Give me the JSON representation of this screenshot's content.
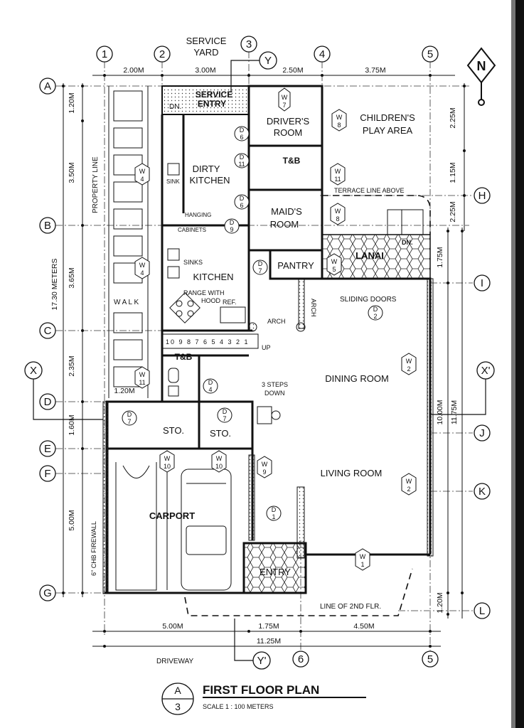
{
  "title": "FIRST FLOOR PLAN",
  "scale": "SCALE 1 : 100 METERS",
  "sheet": {
    "top": "A",
    "bottom": "3"
  },
  "north": "N",
  "grid_cols": [
    "1",
    "2",
    "3",
    "4",
    "5",
    "6"
  ],
  "grid_rows": [
    "A",
    "B",
    "C",
    "D",
    "E",
    "F",
    "G",
    "H",
    "I",
    "J",
    "K",
    "L"
  ],
  "sections": {
    "x": "X",
    "x2": "X'",
    "y": "Y",
    "y2": "Y'"
  },
  "dims_top": [
    "2.00M",
    "3.00M",
    "2.50M",
    "3.75M"
  ],
  "dims_bottom": [
    "5.00M",
    "1.75M",
    "4.50M"
  ],
  "dim_total_bottom": "11.25M",
  "dims_left_inner": [
    "1.20M",
    "3.50M",
    "3.65M",
    "2.35M",
    "1.60M",
    "5.00M"
  ],
  "dim_left_total": "17.30 METERS",
  "dim_small": "1.20M",
  "dims_right": [
    "2.25M",
    "1.15M",
    "2.25M",
    "1.75M",
    "10.00M",
    "11.75M",
    "1.20M"
  ],
  "rooms": {
    "service_yard": "SERVICE YARD",
    "service_entry": "SERVICE ENTRY",
    "drivers_room": "DRIVER'S ROOM",
    "childrens_play": "CHILDREN'S PLAY AREA",
    "dirty_kitchen": "DIRTY KITCHEN",
    "tb": "T&B",
    "maids_room": "MAID'S ROOM",
    "kitchen": "KITCHEN",
    "pantry": "PANTRY",
    "lanai": "LANAI",
    "dining": "DINING ROOM",
    "living": "LIVING ROOM",
    "carport": "CARPORT",
    "entry": "ENTRY",
    "sto": "STO."
  },
  "labels": {
    "dn": "DN.",
    "sink": "SINK",
    "sinks": "SINKS",
    "hanging": "HANGING",
    "cabinets": "CABINETS",
    "range": "RANGE WITH",
    "hood": "HOOD",
    "ref": "REF.",
    "arch": "ARCH",
    "up": "UP",
    "steps": "3 STEPS",
    "down": "DOWN",
    "sliding": "SLIDING  DOORS",
    "terrace": "TERRACE LINE ABOVE",
    "line2nd": "LINE OF 2ND FLR.",
    "property": "PROPERTY LINE",
    "walk": "W A L K",
    "firewall": "6\" CHB FIREWALL",
    "driveway": "DRIVEWAY",
    "stairs": "10 9 8 7 6 5 4 3 2 1"
  },
  "tags": {
    "door": "D",
    "window": "W"
  }
}
